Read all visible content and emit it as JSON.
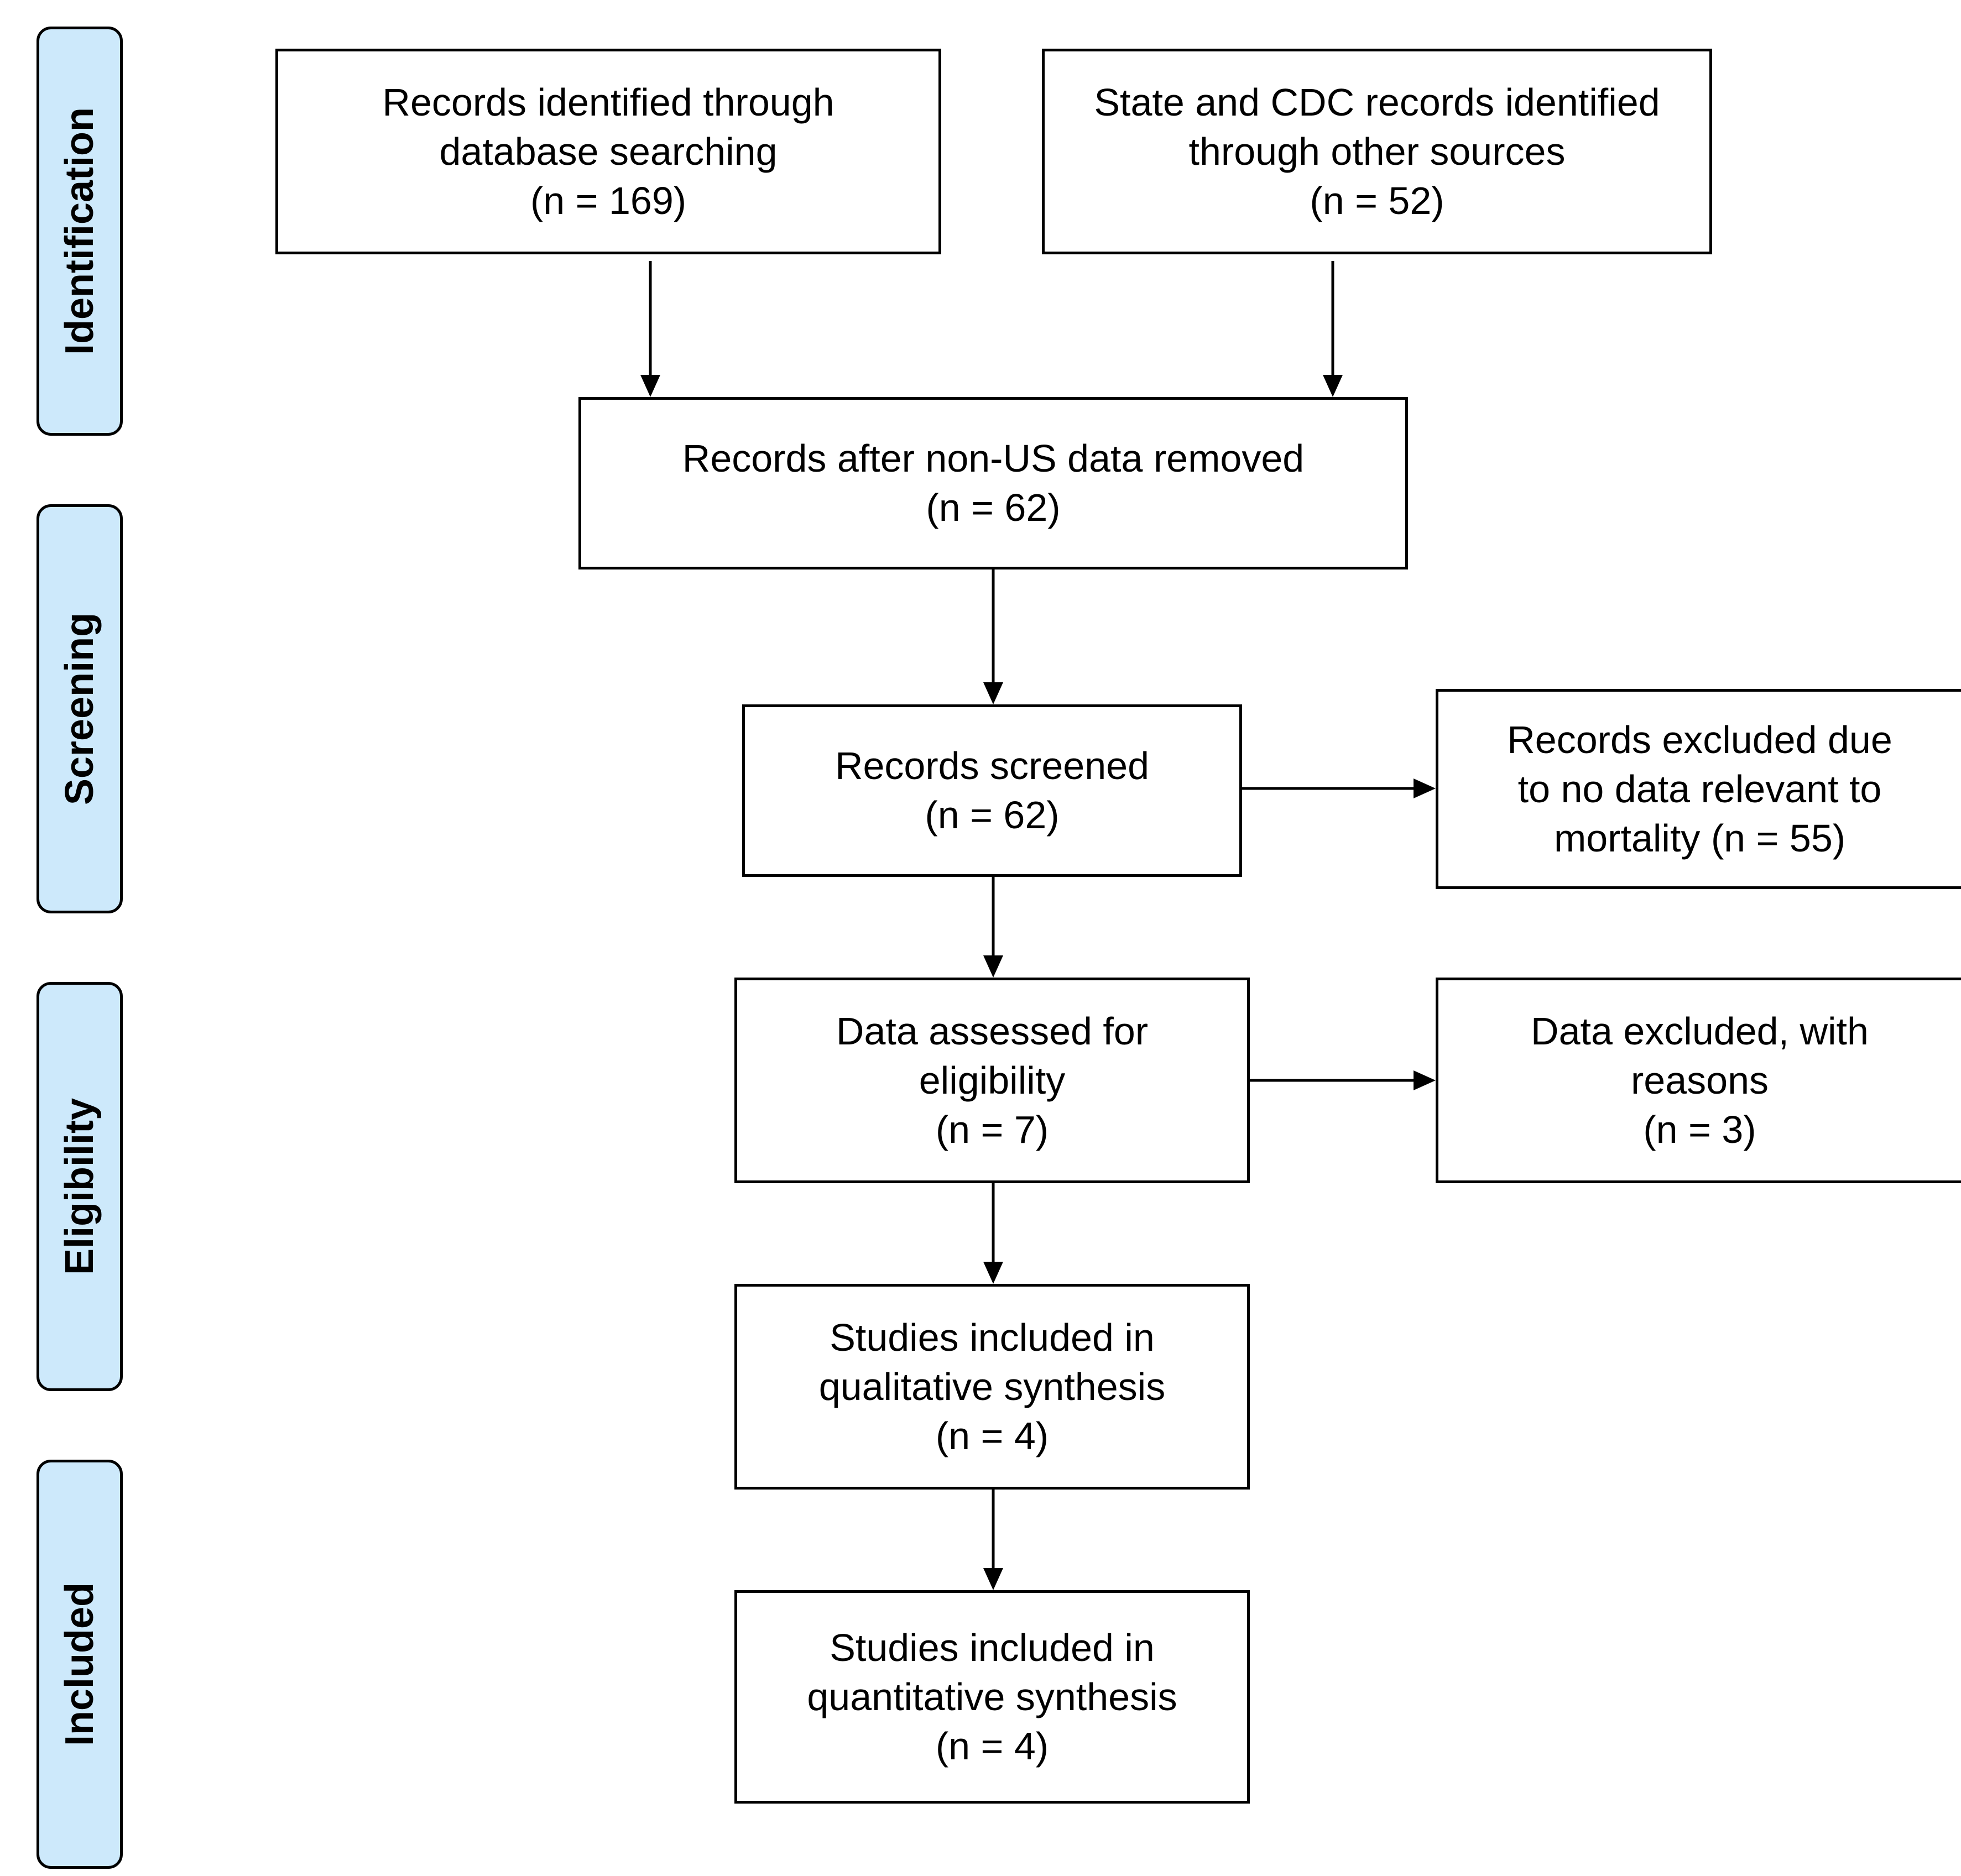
{
  "phases": {
    "identification": "Identification",
    "screening": "Screening",
    "eligibility": "Eligibility",
    "included": "Included"
  },
  "boxes": {
    "database_records": {
      "lines": [
        "Records identified through",
        "database searching",
        "(n = 169)"
      ],
      "n": 169
    },
    "other_sources": {
      "lines": [
        "State and CDC records identified",
        "through other sources",
        "(n = 52)"
      ],
      "n": 52
    },
    "non_us_removed": {
      "lines": [
        "Records after non-US data removed",
        "(n = 62)"
      ],
      "n": 62
    },
    "screened": {
      "lines": [
        "Records screened",
        "(n = 62)"
      ],
      "n": 62
    },
    "excluded_mortality": {
      "lines": [
        "Records excluded due",
        "to no data relevant to",
        "mortality (n = 55)"
      ],
      "n": 55
    },
    "eligibility_assessed": {
      "lines": [
        "Data assessed for",
        "eligibility",
        "(n = 7)"
      ],
      "n": 7
    },
    "excluded_reasons": {
      "lines": [
        "Data excluded, with",
        "reasons",
        "(n = 3)"
      ],
      "n": 3
    },
    "qualitative": {
      "lines": [
        "Studies included in",
        "qualitative synthesis",
        "(n = 4)"
      ],
      "n": 4
    },
    "quantitative": {
      "lines": [
        "Studies included in",
        "quantitative synthesis",
        "(n = 4)"
      ],
      "n": 4
    }
  },
  "colors": {
    "phase_fill": "#cde9fb",
    "stroke": "#000000",
    "box_fill": "#ffffff"
  }
}
